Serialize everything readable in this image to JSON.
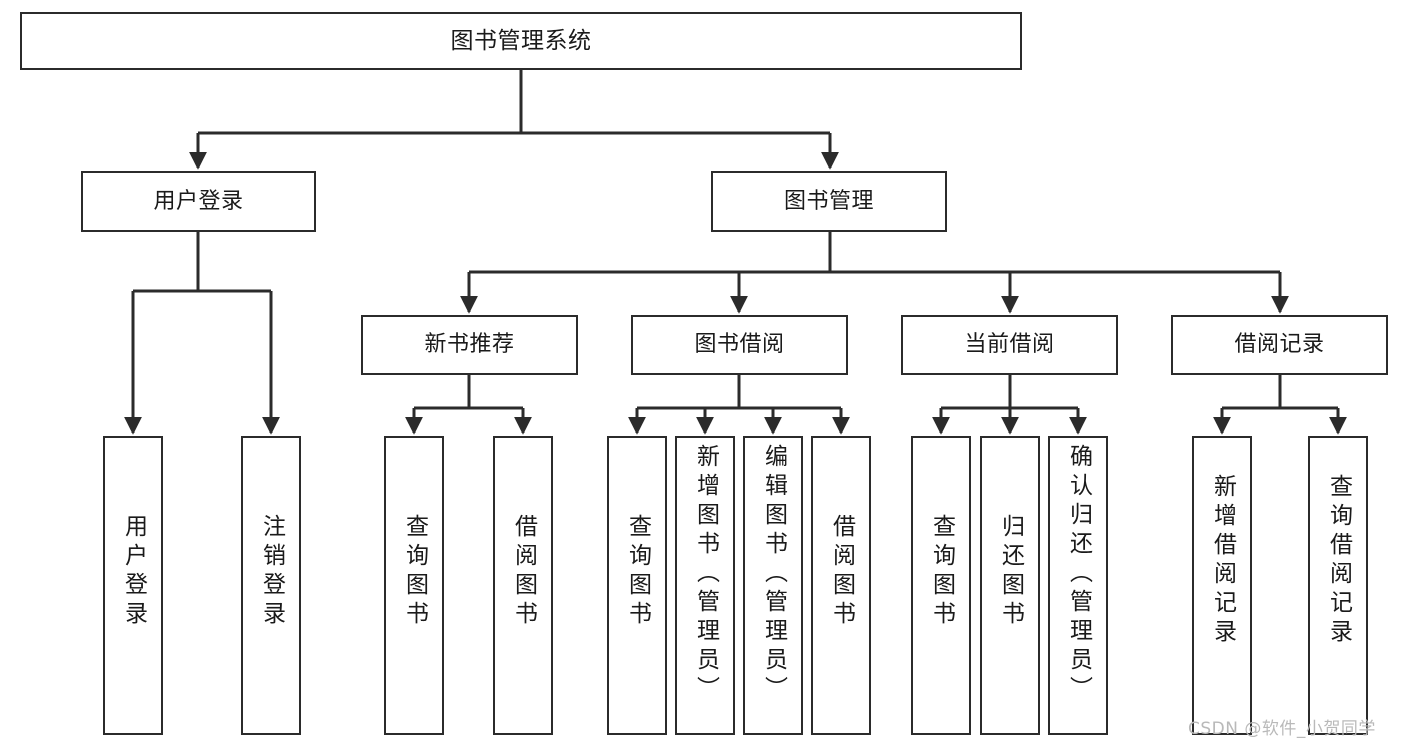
{
  "diagram": {
    "title": "图书管理系统",
    "watermark": "CSDN @软件_小贺同学",
    "colors": {
      "stroke": "#2b2b2b",
      "fill": "#ffffff",
      "text": "#1a1a1a",
      "watermark": "#b9b9b9"
    },
    "levels": {
      "root": {
        "label": "图书管理系统"
      },
      "level2": [
        {
          "label": "用户登录"
        },
        {
          "label": "图书管理"
        }
      ],
      "level3": [
        {
          "label": "新书推荐"
        },
        {
          "label": "图书借阅"
        },
        {
          "label": "当前借阅"
        },
        {
          "label": "借阅记录"
        }
      ],
      "leaves": {
        "user_login": [
          {
            "label": "用户登录"
          },
          {
            "label": "注销登录"
          }
        ],
        "new_book_recommend": [
          {
            "label": "查询图书"
          },
          {
            "label": "借阅图书"
          }
        ],
        "book_borrow": [
          {
            "label": "查询图书"
          },
          {
            "label": "新增图书（管理员）"
          },
          {
            "label": "编辑图书（管理员）"
          },
          {
            "label": "借阅图书"
          }
        ],
        "current_borrow": [
          {
            "label": "查询图书"
          },
          {
            "label": "归还图书"
          },
          {
            "label": "确认归还（管理员）"
          }
        ],
        "borrow_records": [
          {
            "label": "新增借阅记录"
          },
          {
            "label": "查询借阅记录"
          }
        ]
      }
    }
  }
}
